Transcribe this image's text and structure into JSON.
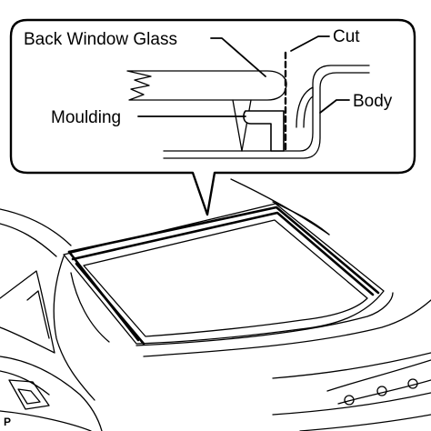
{
  "labels": {
    "glass": "Back Window Glass",
    "cut": "Cut",
    "moulding": "Moulding",
    "body": "Body"
  },
  "figure_code": "P",
  "colors": {
    "line": "#000000",
    "background": "#ffffff"
  }
}
